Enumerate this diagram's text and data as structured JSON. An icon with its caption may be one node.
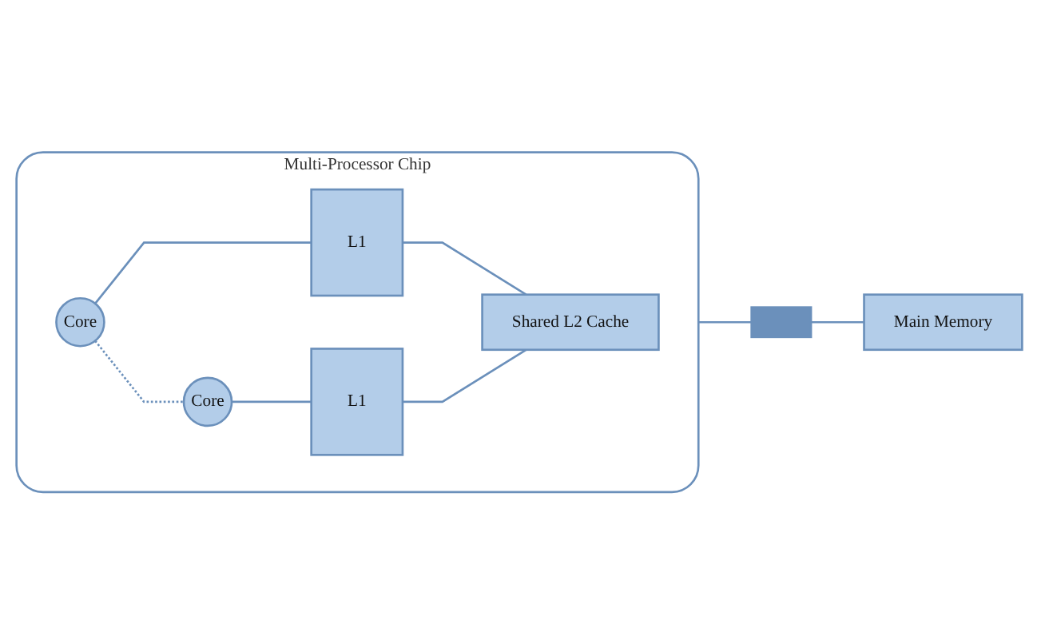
{
  "diagram": {
    "nodes": [
      {
        "text": [
          "Multi-Processor Chip"
        ]
      },
      {
        "text": [
          "Core"
        ],
        "in": 0
      },
      {
        "text": [
          "Core"
        ],
        "in": 0
      },
      {
        "text": [
          "L1"
        ],
        "in": 0
      },
      {
        "text": [
          "L1"
        ],
        "in": 0
      },
      {
        "text": [
          "Shared L2 Cache"
        ],
        "in": 0
      },
      {
        "text": [],
        "shape": "bar"
      },
      {
        "text": [
          "Main Memory"
        ]
      }
    ],
    "edges": [
      {
        "from": 1,
        "to": 2,
        "arrow": "none",
        "style": "dashed"
      },
      {
        "from": 1,
        "to": 3,
        "arrow": "none"
      },
      {
        "from": 2,
        "to": 4,
        "arrow": "none"
      },
      {
        "from": 3,
        "to": 5,
        "arrow": "none"
      },
      {
        "from": 4,
        "to": 5,
        "arrow": "none"
      },
      {
        "from": 0,
        "to": 6,
        "arrow": "none"
      },
      {
        "from": 6,
        "to": 7,
        "arrow": "none"
      }
    ]
  }
}
